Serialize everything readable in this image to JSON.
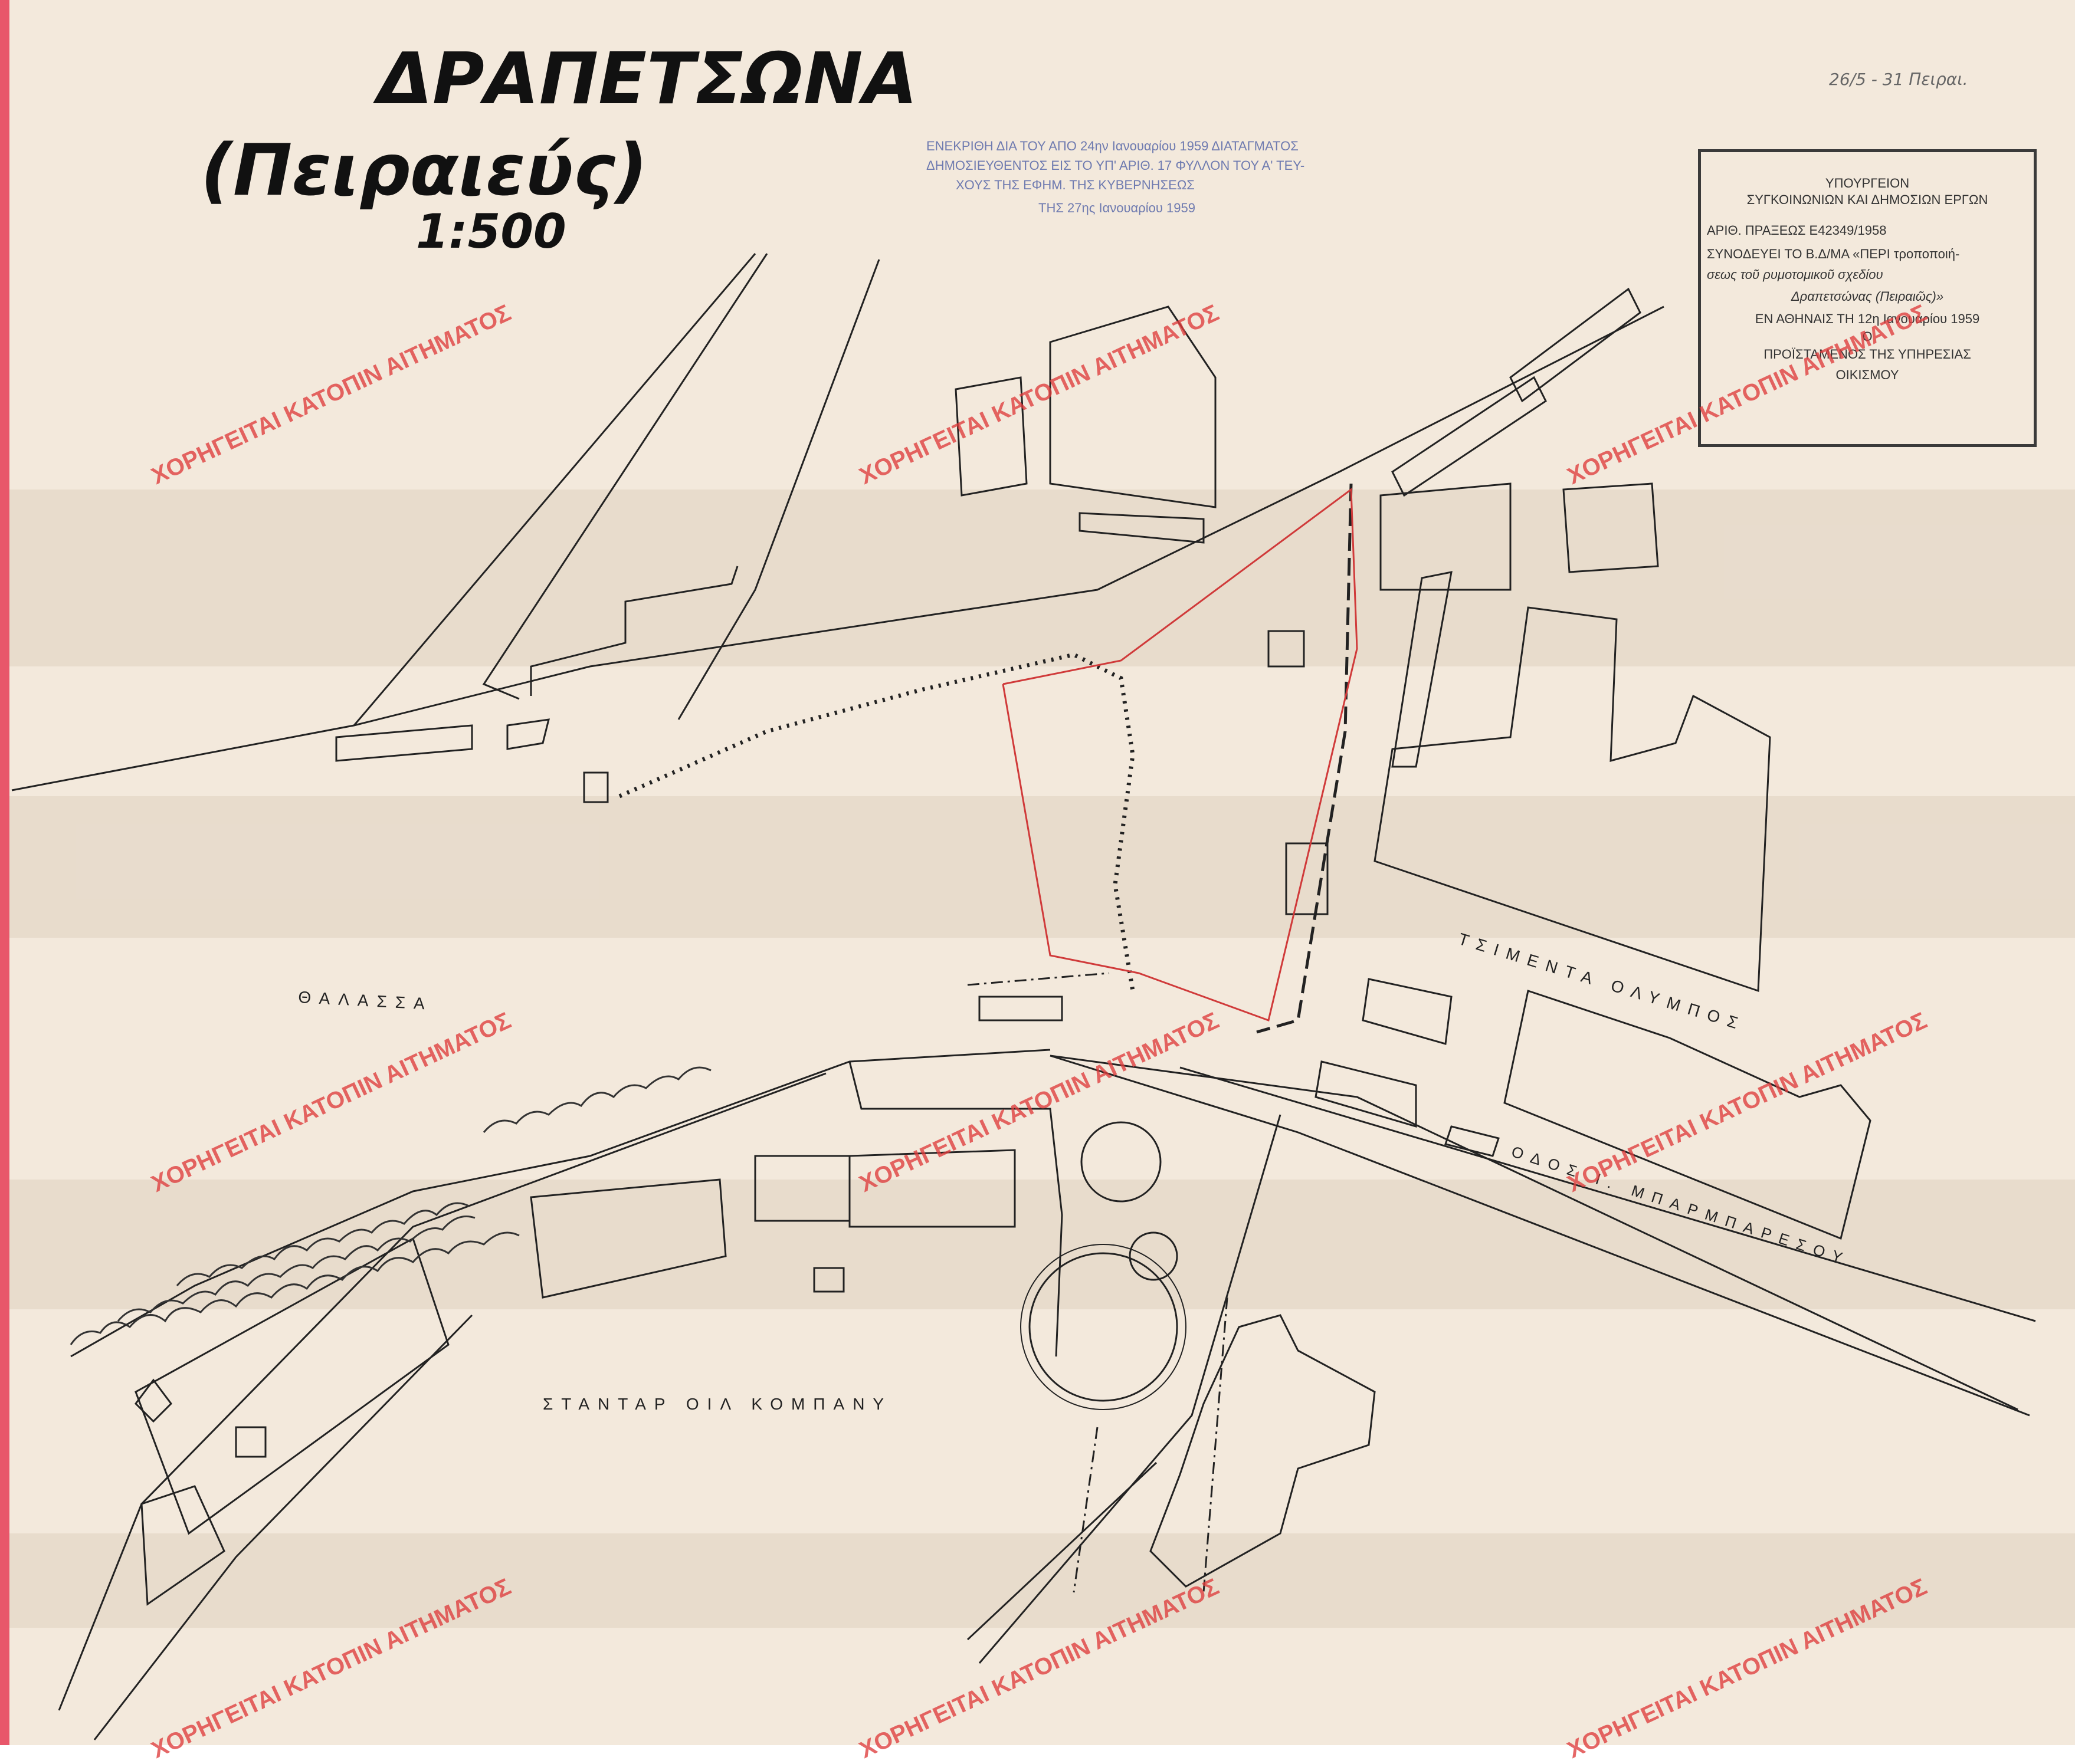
{
  "title": {
    "line1": "ΔΡΑΠΕΤΣΩΝΑ",
    "line2": "(Πειραιεύς)",
    "scale": "1:500"
  },
  "corner_note": "26/5 - 31 Πειραι.",
  "approval_stamp": {
    "line1": "ΕΝΕΚΡΙΘΗ ΔΙΑ ΤΟΥ ΑΠΟ 24ην Ιανουαρίου 1959 ΔΙΑΤΑΓΜΑΤΟΣ",
    "line2": "ΔΗΜΟΣΙΕΥΘΕΝΤΟΣ ΕΙΣ ΤΟ ΥΠ' ΑΡΙΘ. 17 ΦΥΛΛΟΝ ΤΟΥ Α' ΤΕΥ-",
    "line3": "ΧΟΥΣ ΤΗΣ ΕΦΗΜ. ΤΗΣ ΚΥΒΕΡΝΗΣΕΩΣ",
    "line4": "ΤΗΣ 27ης Ιανουαρίου 1959"
  },
  "ministry_stamp": {
    "line1": "ΥΠΟΥΡΓΕΙΟΝ",
    "line2": "ΣΥΓΚΟΙΝΩΝΙΩΝ ΚΑΙ ΔΗΜΟΣΙΩΝ ΕΡΓΩΝ",
    "line3": "ΑΡΙΘ. ΠΡΑΞΕΩΣ Ε42349/1958",
    "line4": "ΣΥΝΟΔΕΥΕΙ ΤΟ Β.Δ/ΜΑ «ΠΕΡΙ τροποποιή-",
    "line5": "σεως τοῦ ρυμοτομικοῦ σχεδίου",
    "line6": "Δραπετσώνας (Πειραιῶς)»",
    "line7": "ΕΝ ΑΘΗΝΑΙΣ ΤΗ 12η Ιανουαρίου 1959",
    "line8": "Ο",
    "line9": "ΠΡΟΪΣΤΑΜΕΝΟΣ ΤΗΣ ΥΠΗΡΕΣΙΑΣ",
    "line10": "ΟΙΚΙΣΜΟΥ"
  },
  "map_labels": {
    "sea": "ΘΑΛΑΣΣΑ",
    "cement": "ΤΣΙΜΕΝΤΑ ΟΛΥΜΠΟΣ",
    "street": "ΟΔΟΣ Ι. ΜΠΑΡΜΠΑΡΕΣΟΥ",
    "standard_oil": "ΣΤΑΝΤΑΡ ΟΙΛ ΚΟΜΠΑΝΥ"
  },
  "watermark_text": "ΧΟΡΗΓΕΙΤΑΙ ΚΑΤΟΠΙΝ ΑΙΤΗΜΑΤΟΣ",
  "colors": {
    "paper": "#f3e9dc",
    "ink": "#222222",
    "red_boundary": "#d03a3a",
    "watermark": "#de3c3c",
    "stamp_blue": "#6f7bb0",
    "left_edge": "#e8576a"
  }
}
